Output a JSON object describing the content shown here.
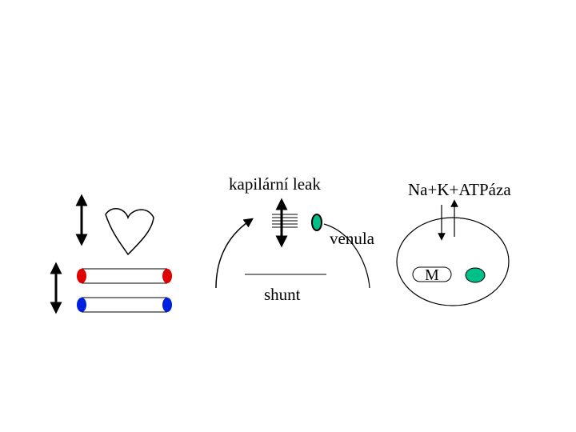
{
  "labels": {
    "capillary_leak": "kapilární leak",
    "sodium_pump": "Na+K+ATPáza",
    "venule": "venula",
    "shunt": "shunt",
    "m": "M"
  },
  "colors": {
    "red_vessel_end": "#e00000",
    "blue_vessel_end": "#0020e0",
    "teal_cell": "#00c08a",
    "line": "#000000"
  }
}
